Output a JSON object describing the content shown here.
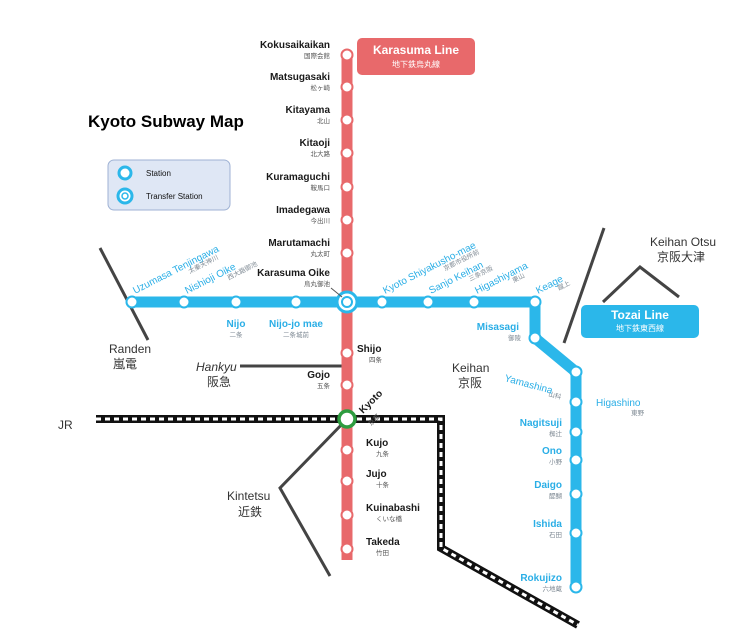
{
  "title": "Kyoto Subway Map",
  "legend": {
    "station": "Station",
    "transfer": "Transfer Station"
  },
  "lines": {
    "karasuma": {
      "name": "Karasuma Line",
      "name_jp": "地下鉄烏丸線",
      "color": "#e8696b"
    },
    "tozai": {
      "name": "Tozai Line",
      "name_jp": "地下鉄東西線",
      "color": "#2bb7ea"
    }
  },
  "karasuma_stations": [
    {
      "en": "Kokusaikaikan",
      "jp": "国際会館"
    },
    {
      "en": "Matsugasaki",
      "jp": "松ヶ崎"
    },
    {
      "en": "Kitayama",
      "jp": "北山"
    },
    {
      "en": "Kitaoji",
      "jp": "北大路"
    },
    {
      "en": "Kuramaguchi",
      "jp": "鞍馬口"
    },
    {
      "en": "Imadegawa",
      "jp": "今出川"
    },
    {
      "en": "Marutamachi",
      "jp": "丸太町"
    },
    {
      "en": "Karasuma Oike",
      "jp": "烏丸御池"
    },
    {
      "en": "Shijo",
      "jp": "四条"
    },
    {
      "en": "Gojo",
      "jp": "五条"
    },
    {
      "en": "Kyoto",
      "jp": "京都"
    },
    {
      "en": "Kujo",
      "jp": "九条"
    },
    {
      "en": "Jujo",
      "jp": "十条"
    },
    {
      "en": "Kuinabashi",
      "jp": "くいな橋"
    },
    {
      "en": "Takeda",
      "jp": "竹田"
    }
  ],
  "tozai_stations": [
    {
      "en": "Uzumasa Tenjingawa",
      "jp": "太秦天神川"
    },
    {
      "en": "Nishioji Oike",
      "jp": "西大路御池"
    },
    {
      "en": "Nijo",
      "jp": "二条"
    },
    {
      "en": "Nijo-jo mae",
      "jp": "二条城前"
    },
    {
      "en": "Kyoto Shiyakusho-mae",
      "jp": "京都市役所前"
    },
    {
      "en": "Sanjo Keihan",
      "jp": "三条京阪"
    },
    {
      "en": "Higashiyama",
      "jp": "東山"
    },
    {
      "en": "Keage",
      "jp": "蹴上"
    },
    {
      "en": "Misasagi",
      "jp": "御陵"
    },
    {
      "en": "Yamashina",
      "jp": "山科"
    },
    {
      "en": "Higashino",
      "jp": "東野"
    },
    {
      "en": "Nagitsuji",
      "jp": "椥辻"
    },
    {
      "en": "Ono",
      "jp": "小野"
    },
    {
      "en": "Daigo",
      "jp": "醍醐"
    },
    {
      "en": "Ishida",
      "jp": "石田"
    },
    {
      "en": "Rokujizo",
      "jp": "六地蔵"
    }
  ],
  "railways": {
    "randen": {
      "en": "Randen",
      "jp": "嵐電"
    },
    "hankyu": {
      "en": "Hankyu",
      "jp": "阪急"
    },
    "keihan": {
      "en": "Keihan",
      "jp": "京阪"
    },
    "keihan_otsu": {
      "en": "Keihan Otsu",
      "jp": "京阪大津"
    },
    "kintetsu": {
      "en": "Kintetsu",
      "jp": "近鉄"
    },
    "jr": {
      "en": "JR"
    }
  }
}
